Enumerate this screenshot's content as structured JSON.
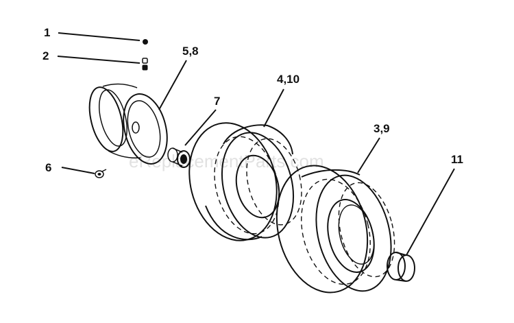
{
  "callouts": {
    "c1": "1",
    "c2": "2",
    "c58": "5,8",
    "c7": "7",
    "c410": "4,10",
    "c39": "3,9",
    "c6": "6",
    "c11": "11"
  },
  "watermark": "eReplacementParts.com",
  "colors": {
    "ink": "#111111",
    "background": "#ffffff",
    "watermark": "#c8c8c8"
  }
}
